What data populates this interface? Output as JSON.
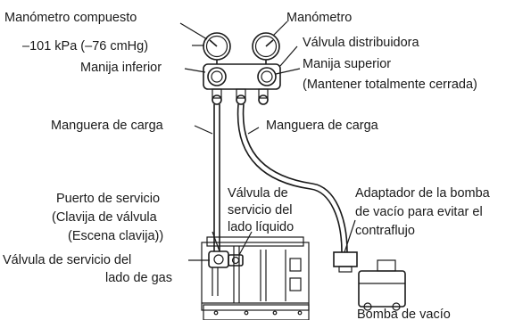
{
  "labels": {
    "compound_gauge": "Manómetro compuesto",
    "pressure_reading": "–101 kPa (–76 cmHg)",
    "lower_handle": "Manija inferior",
    "gauge": "Manómetro",
    "distributor_valve": "Válvula distribuidora",
    "upper_handle": "Manija superior",
    "keep_closed": "(Mantener totalmente cerrada)",
    "charge_hose_left": "Manguera de carga",
    "charge_hose_right": "Manguera de carga",
    "service_port_1": "Puerto de servicio",
    "service_port_2": "(Clavija de válvula",
    "service_port_3": "(Escena clavija))",
    "liquid_valve_1": "Válvula de",
    "liquid_valve_2": "servicio del",
    "liquid_valve_3": "lado líquido",
    "gas_valve_1": "Válvula de servicio del",
    "gas_valve_2": "lado de gas",
    "adapter_1": "Adaptador de la bomba",
    "adapter_2": "de vacío para evitar el",
    "adapter_3": "contraflujo",
    "vacuum_pump": "Bomba de vacío"
  },
  "icons": {
    "gauge": "pressure-gauge-icon",
    "pump": "vacuum-pump-icon",
    "unit": "outdoor-unit-icon"
  },
  "colors": {
    "line": "#1a1a1a",
    "background": "#ffffff"
  }
}
